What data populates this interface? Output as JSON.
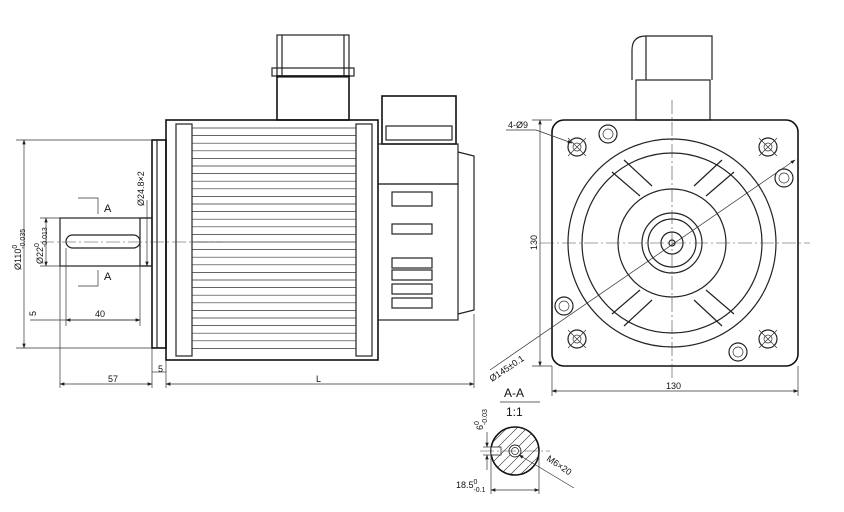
{
  "drawing": {
    "side_view": {
      "section_marker_top": "A",
      "section_marker_bottom": "A",
      "flange_diameter": "Ø110",
      "flange_diameter_tol_upper": "0",
      "flange_diameter_tol_lower": "-0.035",
      "shaft_diameter": "Ø22",
      "shaft_diameter_tol_upper": "0",
      "shaft_diameter_tol_lower": "-0.013",
      "bolt_circle_depth": "Ø24.8×2",
      "dim_key_offset": "5",
      "dim_key_length": "40",
      "dim_shaft_length": "57",
      "dim_flange_thickness": "5",
      "dim_motor_length": "L"
    },
    "front_view": {
      "mount_holes": "4-Ø9",
      "pilot_diameter": "Ø145±0.1",
      "dim_height": "130",
      "dim_width": "130"
    },
    "section_view": {
      "title": "A-A",
      "scale": "1:1",
      "key_width": "6",
      "key_width_tol_upper": "0",
      "key_width_tol_lower": "-0.03",
      "key_depth": "18.5",
      "key_depth_tol_upper": "0",
      "key_depth_tol_lower": "-0.1",
      "thread": "M6×20"
    }
  }
}
